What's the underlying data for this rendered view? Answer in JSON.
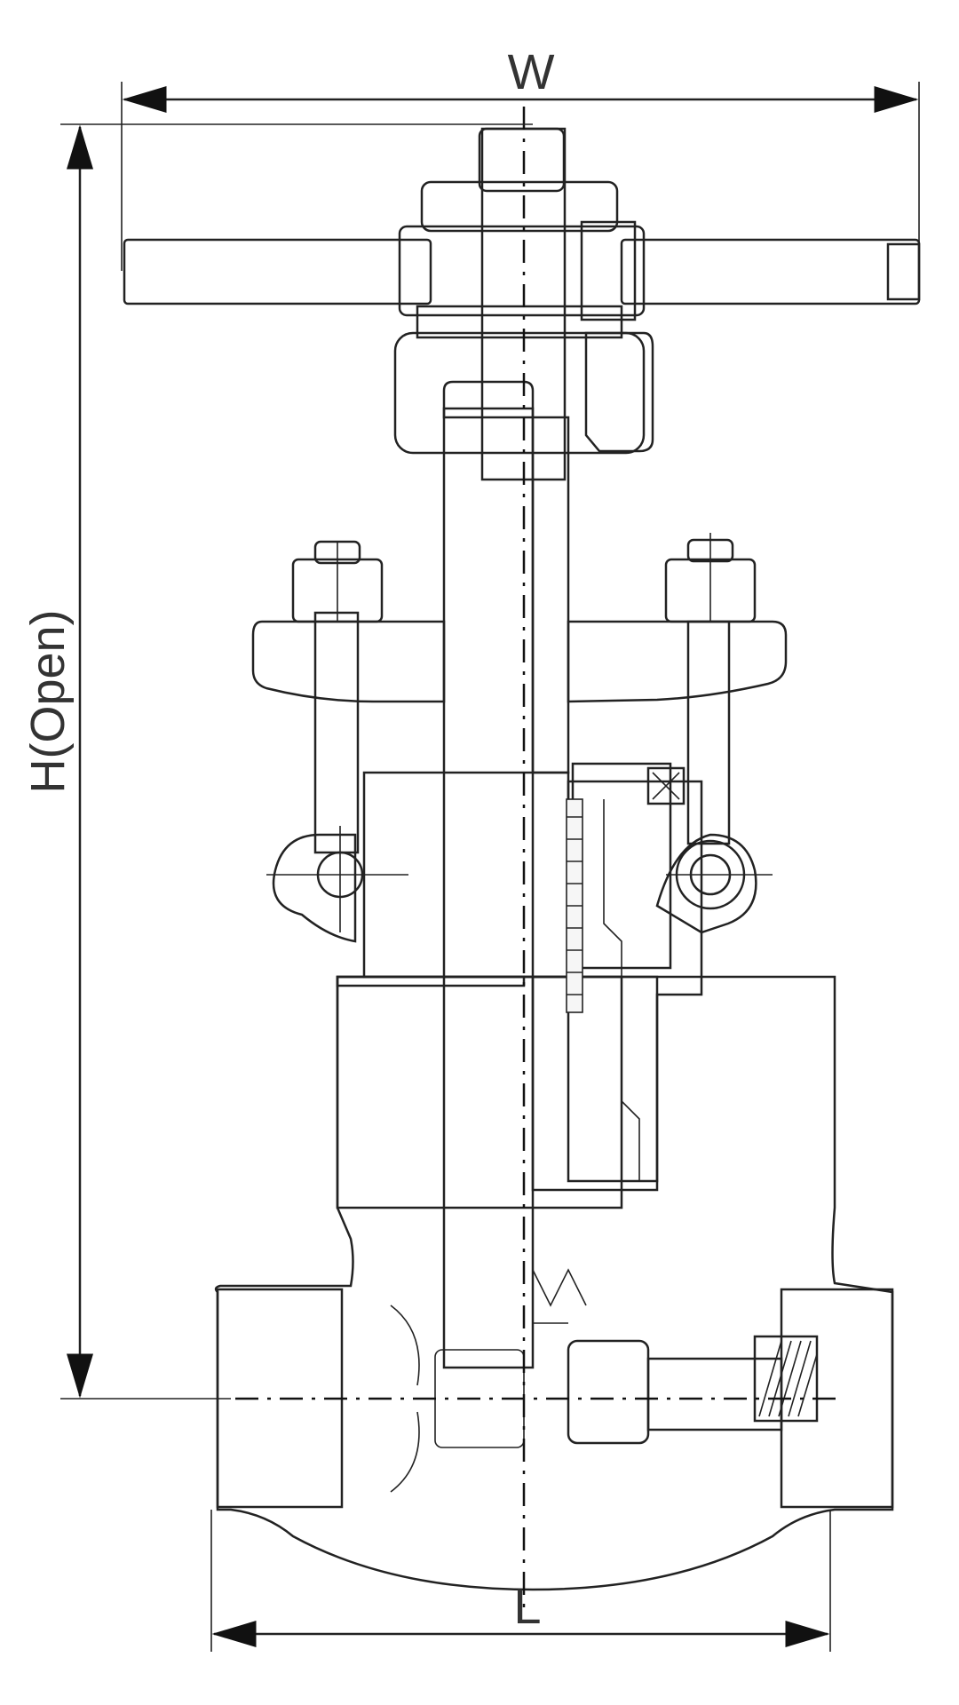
{
  "dimensions": {
    "width_label": "W",
    "height_label": "H(Open)",
    "length_label": "L"
  },
  "colors": {
    "outline": "#222222",
    "metal_light": "#e4e4e4",
    "metal_mid": "#c9c9c9",
    "metal_dark": "#8f8f8f",
    "background": "#ffffff"
  }
}
